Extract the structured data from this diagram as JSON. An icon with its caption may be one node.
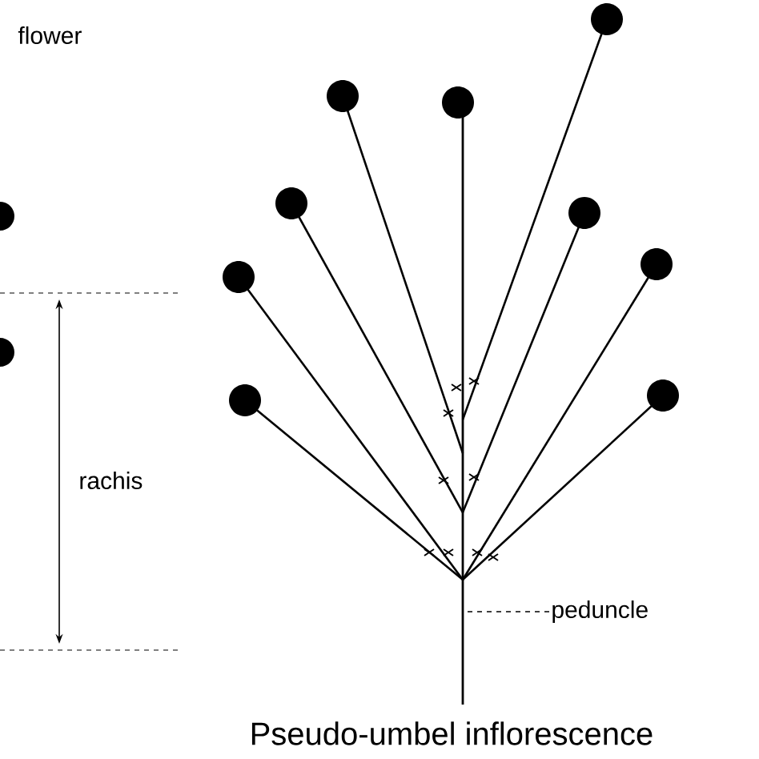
{
  "diagram": {
    "caption": "Pseudo-umbel inflorescence",
    "nodes": [
      {
        "text": [
          "peduncle"
        ]
      },
      {
        "text": [],
        "shape": "bar"
      }
    ],
    "edges": [
      {
        "from": 0,
        "to": 1,
        "arrow": "none",
        "style": "dashed"
      }
    ],
    "labels": [
      "flower",
      "rachis"
    ]
  }
}
